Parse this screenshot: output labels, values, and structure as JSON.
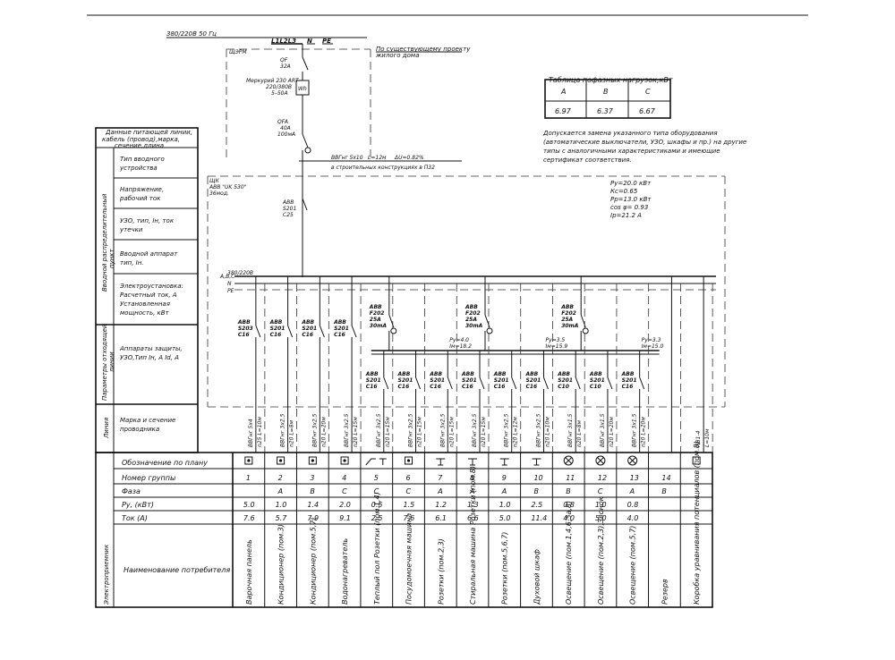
{
  "supply": {
    "voltage": "380/220В 50 Гц",
    "bus_phases": "L1L2L3",
    "bus_n": "N",
    "bus_pe": "PE",
    "existing_project_1": "По существующему проекту",
    "existing_project_2": "жилого дома"
  },
  "upper_devices": {
    "panel_label": "ЩЭРМ",
    "qf_1": "QF",
    "qf_2": "32А",
    "meter_1": "Меркурий 230 ART",
    "meter_2": "220/380В",
    "meter_3": "5–50А",
    "meter_symbol": "Wh",
    "qfa_1": "QFA",
    "qfa_2": "40А",
    "qfa_3": "100мА",
    "cable_1": "ВВГнг 5х10",
    "cable_2": "L=12м",
    "cable_3": "ΔU=0.82%",
    "cable_4": "в строительных конструкциях в П32"
  },
  "loads_table": {
    "title": "Таблица пофазных нагрузок,кВт",
    "headers": [
      "A",
      "B",
      "C"
    ],
    "values": [
      "6.97",
      "6.37",
      "6.67"
    ]
  },
  "note": {
    "line1": "Допускается замена указанного типа оборудования",
    "line2": "(автоматические выключатели, УЗО, шкафы и пр.)  на другие",
    "line3": "типы с аналогичными характеристиками  и имеющие",
    "line4": "сертификат соответствия."
  },
  "panel_params": {
    "line1": "Ру=20.0 кВт",
    "line2": "Кс=0.65",
    "line3": "Рр=13.0 кВт",
    "line4": "cos φ= 0.93",
    "line5": "Iр=21.2 А"
  },
  "board": {
    "name": "ЩК",
    "enclosure_1": "ABB \"UK 530\"",
    "enclosure_2": "36мод.",
    "main_1": "ABB",
    "main_2": "S201",
    "main_3": "C25",
    "bus_voltage": "380/220В",
    "bus_abc": "A,B,C",
    "bus_n": "N",
    "bus_pe": "PE"
  },
  "rcd_groups": [
    {
      "b1": "ABB",
      "b2": "F202",
      "b3": "25A",
      "b4": "30mA",
      "power1": "Ру=4.0",
      "power2": "Iм=18.2"
    },
    {
      "b1": "ABB",
      "b2": "F202",
      "b3": "25A",
      "b4": "30mA",
      "power1": "Ру=3.5",
      "power2": "Iм=15.9"
    },
    {
      "b1": "ABB",
      "b2": "F202",
      "b3": "25A",
      "b4": "30mA",
      "power1": "Ру=3.3",
      "power2": "Iм=15.0"
    }
  ],
  "left_panel": {
    "header_1": "Данные питающей линии,",
    "header_2": "кабель (провод),марка,",
    "header_3": "сечение,длина",
    "input_device_1": "Тип вводного",
    "input_device_2": "устройства",
    "voltage_1": "Напряжение,",
    "voltage_2": "рабочий ток",
    "rcd_1": "УЗО, тип, Iн, ток",
    "rcd_2": "утечки",
    "main_app_1": "Вводной аппарат",
    "main_app_2": "тип, Iн.",
    "install_1": "Электроустановка:",
    "install_2": "Расчетный ток, А",
    "install_3": "Установленная",
    "install_4": "мощность, кВт",
    "protect_1": "Аппараты защиты,",
    "protect_2": "УЗО,Тип Iн, А Id, А",
    "wire_1": "Марка и сечение",
    "wire_2": "проводника",
    "vert_input_1": "Вводной распределительный",
    "vert_input_2": "пункт",
    "vert_out_1": "Параметры отходящей",
    "vert_out_2": "линии",
    "vert_line": "Линия",
    "vert_consumers": "Электроприемник"
  },
  "table_labels": {
    "plan": "Обозначение по плану",
    "group": "Номер группы",
    "phase": "Фаза",
    "py": "Ру, (кВт)",
    "current": "Ток (А)",
    "name": "Наименование потребителя"
  },
  "groups": [
    {
      "brk1": "ABB",
      "brk2": "S203",
      "brk3": "C16",
      "cable": "ВВГнг 5х4",
      "len": "n25 L=10м",
      "num": "1",
      "phase": "",
      "py": "5.0",
      "cur": "7.6",
      "name": "Варочная панель",
      "sym": "socket-icon"
    },
    {
      "brk1": "ABB",
      "brk2": "S201",
      "brk3": "C16",
      "cable": "ВВГнг 3х2.5",
      "len": "n20 L=8м",
      "num": "2",
      "phase": "A",
      "py": "1.0",
      "cur": "5.7",
      "name": "Кондиционер (пом.3)",
      "sym": "socket-icon"
    },
    {
      "brk1": "ABB",
      "brk2": "S201",
      "brk3": "C16",
      "cable": "ВВГнг 3х2.5",
      "len": "n20 L=20м",
      "num": "3",
      "phase": "B",
      "py": "1.4",
      "cur": "7.9",
      "name": "Кондиционер (пом.5,7)",
      "sym": "socket-icon"
    },
    {
      "brk1": "ABB",
      "brk2": "S201",
      "brk3": "C16",
      "cable": "ВВГнг 3х2.5",
      "len": "n20 L=15м",
      "num": "4",
      "phase": "C",
      "py": "2.0",
      "cur": "9.1",
      "name": "Водонагреватель",
      "sym": "socket-icon"
    },
    {
      "brk1": "ABB",
      "brk2": "S201",
      "brk3": "C16",
      "cable": "ВВГнг 3х2.5",
      "len": "n20 L=15м",
      "num": "5",
      "phase": "C",
      "py": "0.5",
      "cur": "2.5",
      "name": "Теплый пол  Розетки (пом.1,4)",
      "sym": "floor-heat-icon"
    },
    {
      "brk1": "ABB",
      "brk2": "S201",
      "brk3": "C16",
      "cable": "ВВГнг 3х2.5",
      "len": "n20 L=15м",
      "num": "6",
      "phase": "C",
      "py": "1.5",
      "cur": "7.6",
      "name": "Посудомоечная машина",
      "sym": "socket-icon"
    },
    {
      "brk1": "ABB",
      "brk2": "S201",
      "brk3": "C16",
      "cable": "ВВГнг 3х2.5",
      "len": "n20 L=15м",
      "num": "7",
      "phase": "A",
      "py": "1.2",
      "cur": "6.1",
      "name": "Розетки (пом.2,3)",
      "sym": "outlet-icon"
    },
    {
      "brk1": "ABB",
      "brk2": "S201",
      "brk3": "C16",
      "cable": "ВВГнг 3х2.5",
      "len": "n20 L=15м",
      "num": "8",
      "phase": "A",
      "py": "1.3",
      "cur": "6.6",
      "name": "Стиральная машина Розетки (пом.8)",
      "sym": "outlet-icon"
    },
    {
      "brk1": "ABB",
      "brk2": "S201",
      "brk3": "C16",
      "cable": "ВВГнг 3х2.5",
      "len": "n20 L=12м",
      "num": "9",
      "phase": "A",
      "py": "1.0",
      "cur": "5.0",
      "name": "Розетки (пом.5,6,7)",
      "sym": "outlet-icon"
    },
    {
      "brk1": "ABB",
      "brk2": "S201",
      "brk3": "C16",
      "cable": "ВВГнг 3х2.5",
      "len": "n20 L=10м",
      "num": "10",
      "phase": "B",
      "py": "2.5",
      "cur": "11.4",
      "name": "Духовой шкаф",
      "sym": "outlet-icon"
    },
    {
      "brk1": "ABB",
      "brk2": "S201",
      "brk3": "C10",
      "cable": "ВВГнг 3х1.5",
      "len": "n20 L=8м",
      "num": "11",
      "phase": "B",
      "py": "0.8",
      "cur": "4.0",
      "name": "Освещение (пом.1,4,6,5а,8)",
      "sym": "lamp-icon"
    },
    {
      "brk1": "ABB",
      "brk2": "S201",
      "brk3": "C10",
      "cable": "ВВГнг 3х1.5",
      "len": "n20 L=20м",
      "num": "12",
      "phase": "C",
      "py": "1.0",
      "cur": "5.0",
      "name": "Освещение (пом.2,3),Звонок",
      "sym": "lamp-icon"
    },
    {
      "brk1": "ABB",
      "brk2": "S201",
      "brk3": "C16",
      "cable": "ВВГнг 3х1.5",
      "len": "n20 L=20м",
      "num": "13",
      "phase": "A",
      "py": "0.8",
      "cur": "4.0",
      "name": "Освещение (пом.5,7)",
      "sym": "lamp-icon"
    },
    {
      "brk1": "",
      "brk2": "",
      "brk3": "",
      "cable": "",
      "len": "",
      "num": "14",
      "phase": "B",
      "py": "",
      "cur": "",
      "name": "Резерв",
      "sym": ""
    },
    {
      "brk1": "",
      "brk2": "",
      "brk3": "",
      "cable": "ПВ1-4",
      "len": "L=10м",
      "num": "",
      "phase": "",
      "py": "",
      "cur": "",
      "name": "Коробка уравнивания потенциалов (пом.8)",
      "sym": "box-icon"
    }
  ]
}
